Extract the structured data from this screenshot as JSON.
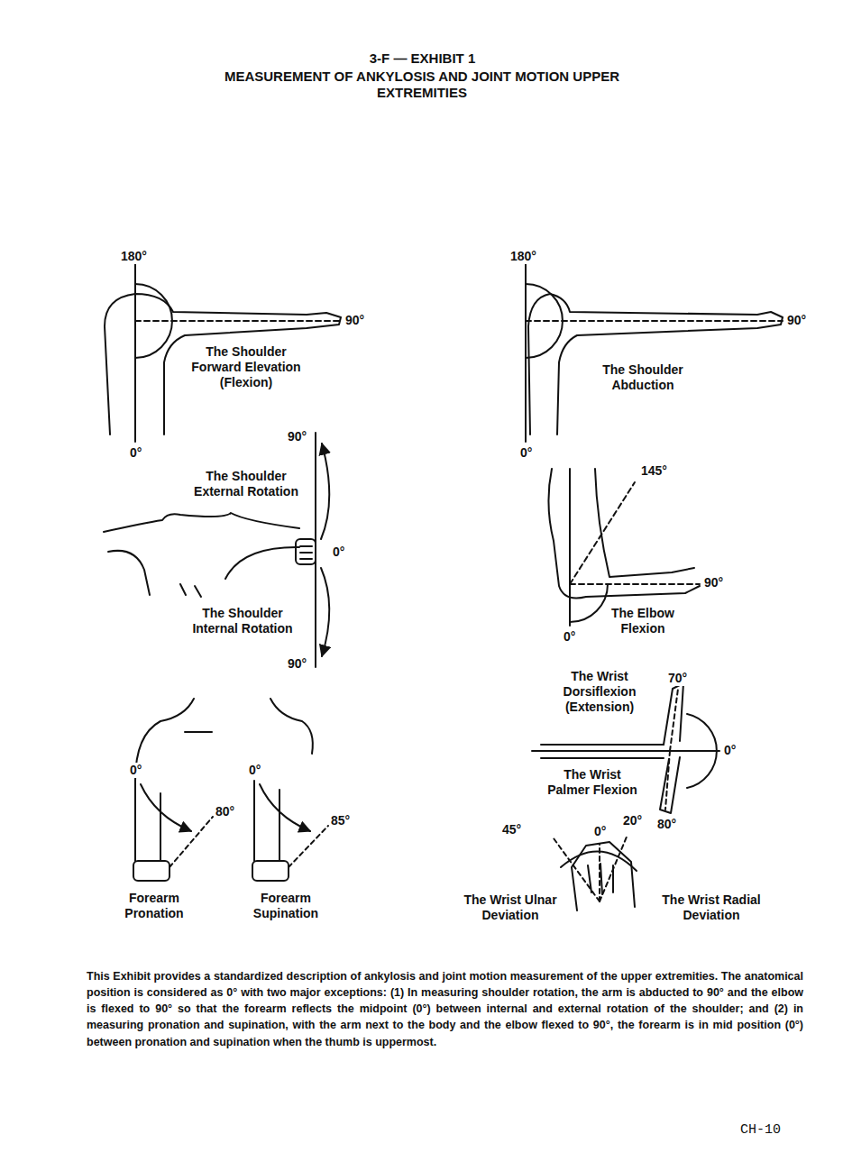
{
  "diagram": {
    "title": "3-F — EXHIBIT 1",
    "caption": "This Exhibit provides a standardized description of ankylosis and joint motion measurement of the upper extremities. The anatomical position is considered as 0° with two major exceptions: (1) In measuring shoulder rotation, the arm is abducted to 90° and the elbow is flexed to 90° so that the forearm reflects the midpoint (0°) between internal and external rotation of the shoulder; and (2) in measuring pronation and supination, with the arm next to the body and the elbow flexed to 90°, the forearm is in mid position (0°) between pronation and supination when the thumb is uppermost.",
    "labels": [
      "MEASUREMENT OF ANKYLOSIS AND JOINT MOTION UPPER EXTREMITIES",
      "180°",
      "90°",
      "0°",
      "The Shoulder Forward Elevation (Flexion)",
      "180°",
      "90°",
      "0°",
      "The Shoulder Abduction",
      "90°",
      "The Shoulder External Rotation",
      "0°",
      "The Shoulder Internal Rotation",
      "90°",
      "145°",
      "90°",
      "0°",
      "The Elbow Flexion",
      "The Wrist Dorsiflexion (Extension)",
      "70°",
      "0°",
      "The Wrist Palmer Flexion",
      "80°",
      "45°",
      "20°",
      "0°",
      "The Wrist Ulnar Deviation",
      "The Wrist Radial Deviation",
      "0°",
      "80°",
      "0°",
      "85°",
      "Forearm Pronation",
      "Forearm Supination",
      "CH-10"
    ]
  }
}
